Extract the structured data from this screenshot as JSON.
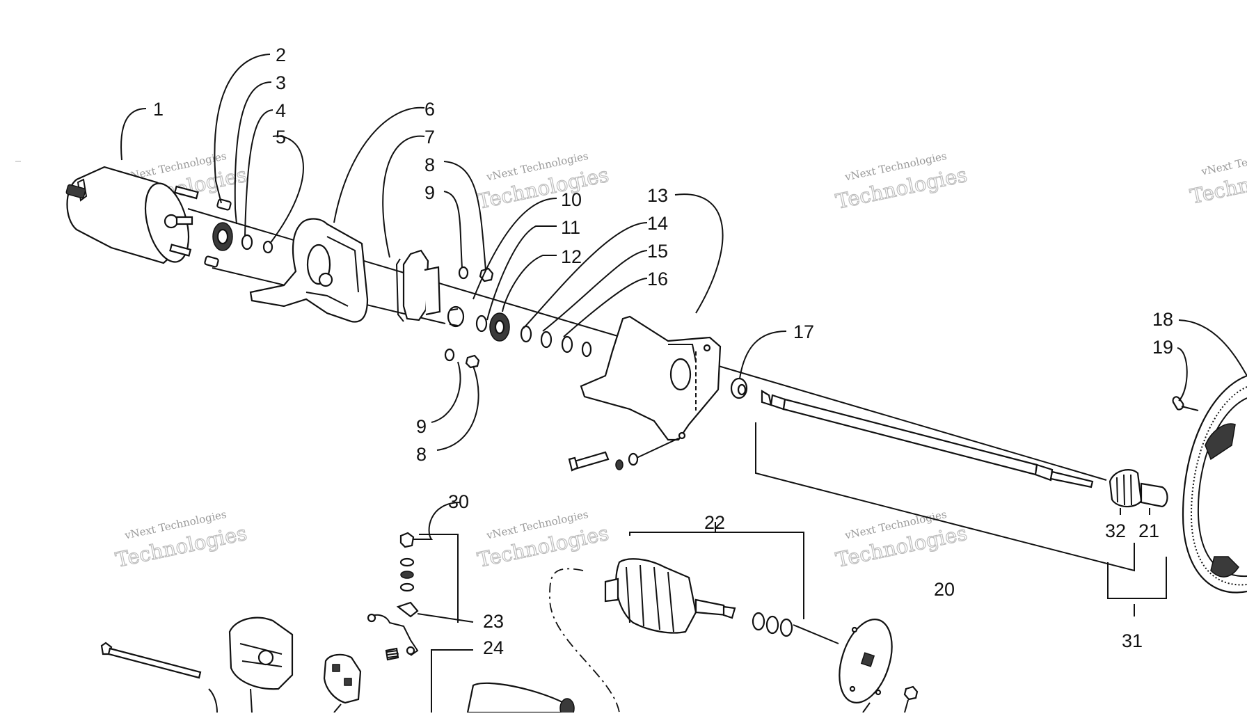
{
  "watermark": {
    "line1": "vNext Technologies",
    "line2": "Technologies"
  },
  "callouts": {
    "c1": "1",
    "c2": "2",
    "c3": "3",
    "c4": "4",
    "c5": "5",
    "c6": "6",
    "c7": "7",
    "c8a": "8",
    "c9a": "9",
    "c10": "10",
    "c11": "11",
    "c12": "12",
    "c13": "13",
    "c14": "14",
    "c15": "15",
    "c16": "16",
    "c17": "17",
    "c9b": "9",
    "c8b": "8",
    "c18": "18",
    "c19": "19",
    "c20": "20",
    "c21": "21",
    "c22": "22",
    "c23": "23",
    "c24": "24",
    "c30": "30",
    "c31": "31",
    "c32": "32"
  }
}
